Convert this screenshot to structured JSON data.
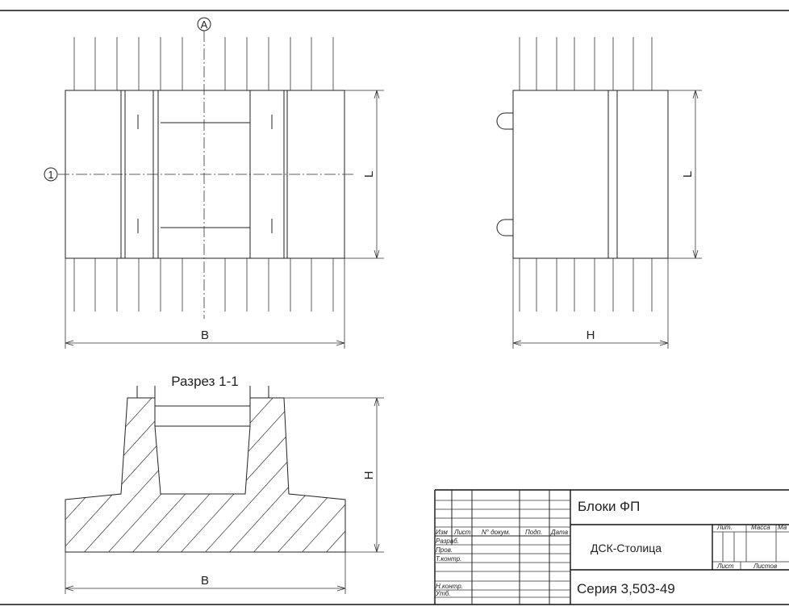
{
  "axes": {
    "letter": "A",
    "number": "1"
  },
  "dimensions": {
    "plan_width": "B",
    "plan_length": "L",
    "side_length": "L",
    "side_height": "H",
    "section_height": "H",
    "section_width": "B"
  },
  "section_title": "Разрез 1-1",
  "title_block": {
    "col_headers": [
      "Изм",
      "Лист",
      "N° докум.",
      "Подп.",
      "Дата"
    ],
    "row_labels": [
      "Разраб.",
      "Пров.",
      "Т.контр.",
      "Н.контр.",
      "Утб."
    ],
    "product": "Блоки ФП",
    "organization": "ДСК-Столица",
    "series": "Серия 3,503-49",
    "lit": "Лит.",
    "mass": "Масса",
    "scale": "Ма",
    "sheet": "Лист",
    "sheets": "Листов"
  }
}
